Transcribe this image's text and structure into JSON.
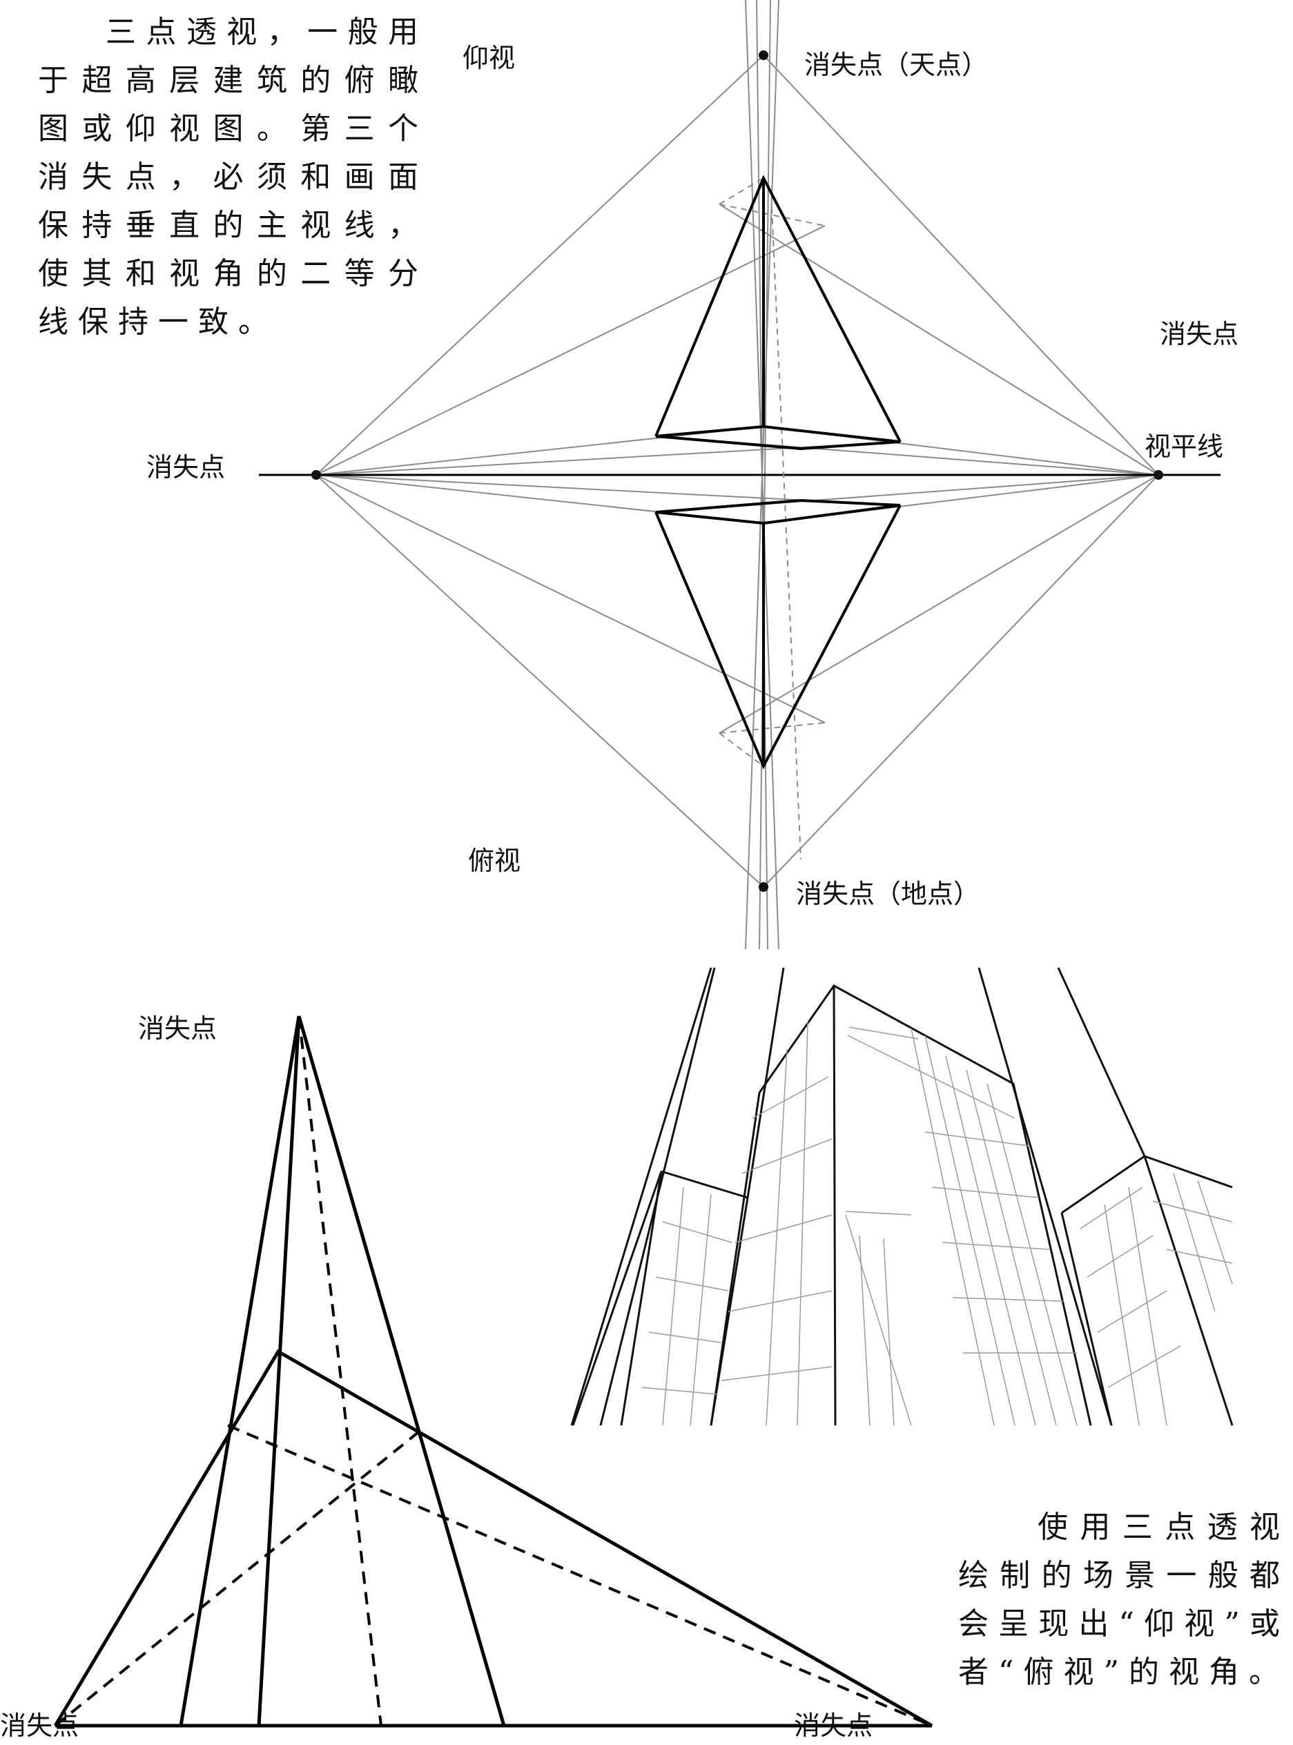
{
  "intro_text": "三点透视，一般用于超高层建筑的俯瞰图或仰视图。第三个消失点，必须和画面保持垂直的主视线，使其和视角的二等分线保持一致。",
  "conclusion_text": "使用三点透视绘制的场景一般都会呈现出“仰视”或者“俯视”的视角。",
  "labels": {
    "worm_eye": "仰视",
    "bird_eye": "俯视",
    "vp_sky": "消失点（天点）",
    "vp_ground": "消失点（地点）",
    "vp_generic": "消失点",
    "horizon": "视平线"
  }
}
